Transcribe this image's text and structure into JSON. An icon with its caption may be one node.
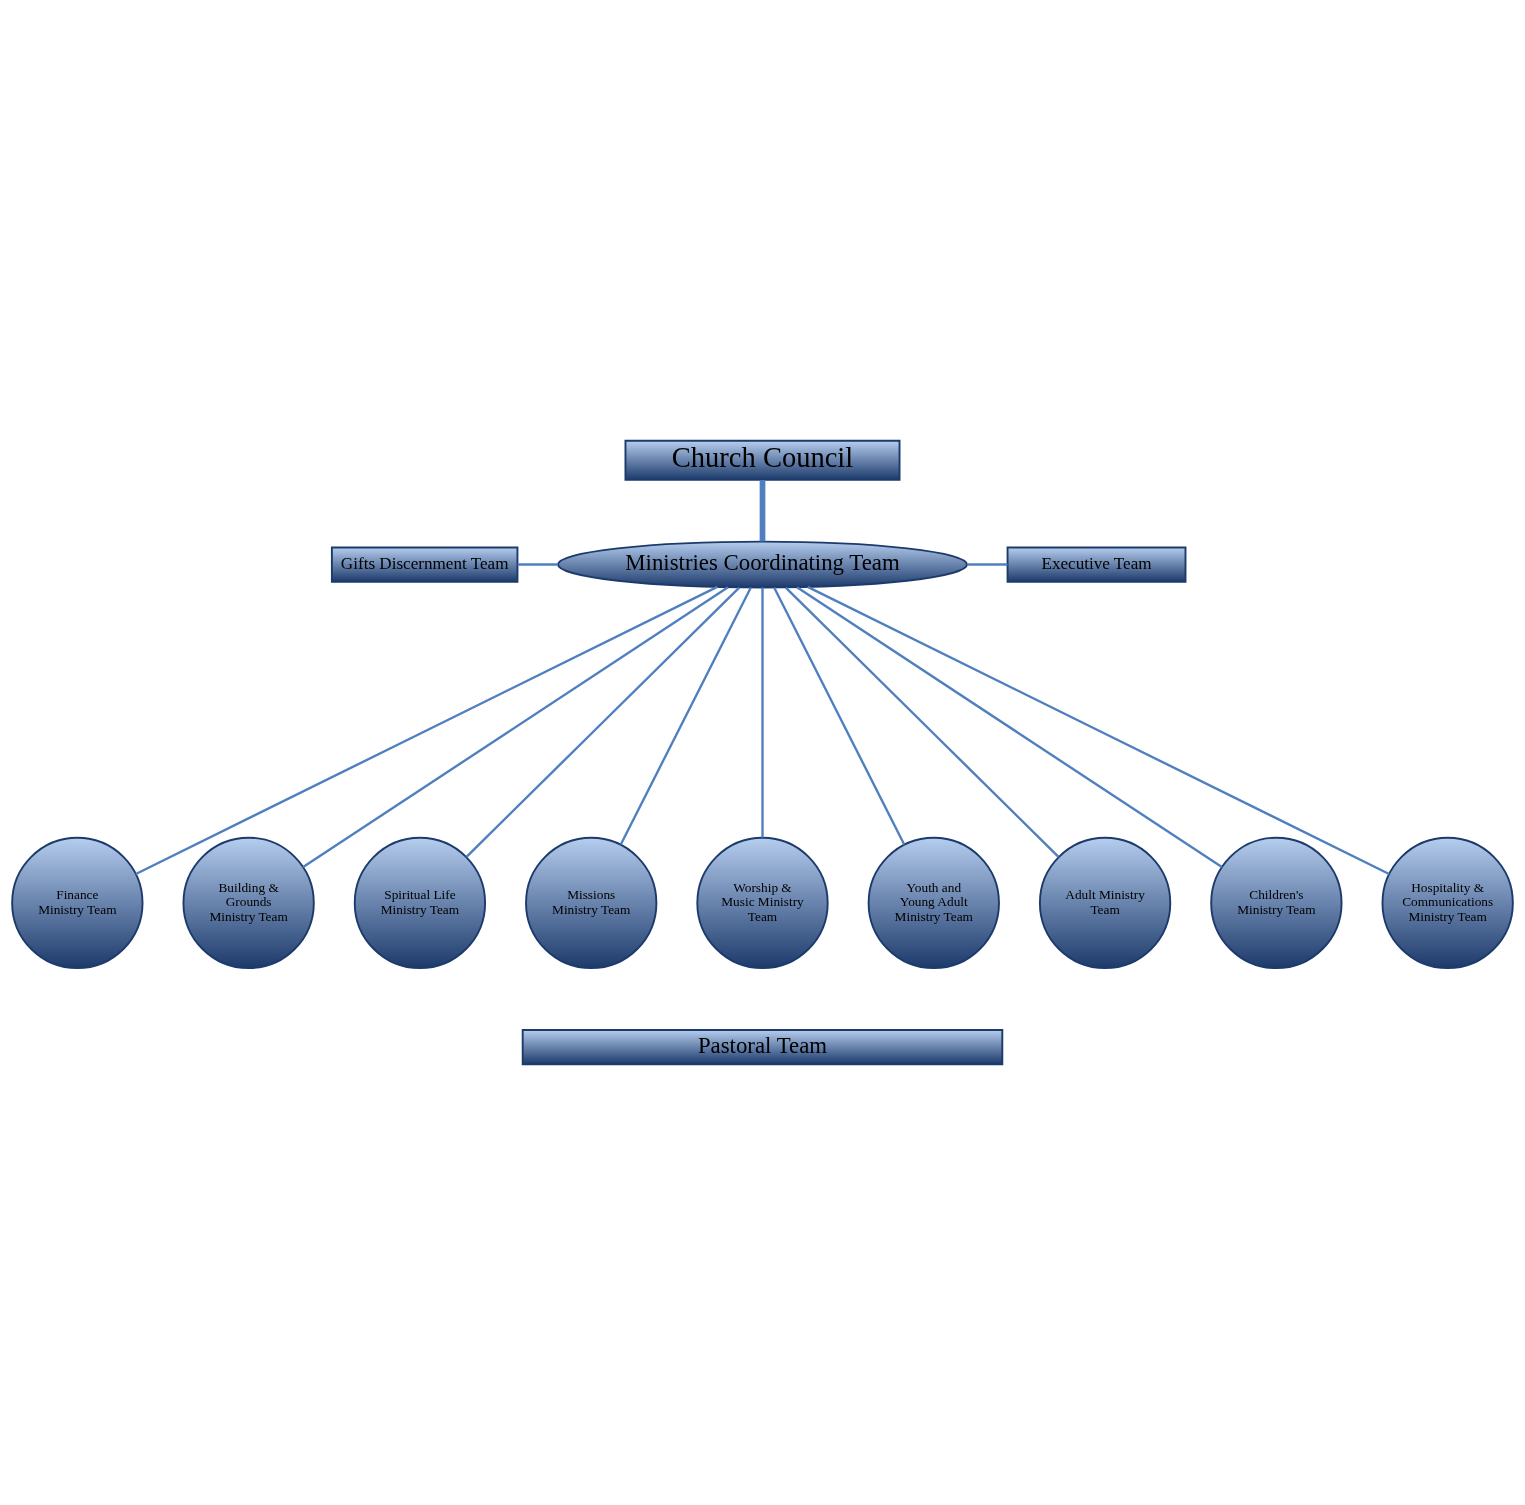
{
  "diagram": {
    "nodes": [
      {
        "text": [
          "Church Council"
        ]
      },
      {
        "text": [
          "Gifts Discernment Team"
        ]
      },
      {
        "text": [
          "Ministries Coordinating Team"
        ]
      },
      {
        "text": [
          "Executive Team"
        ]
      },
      {
        "text": [
          "Pastoral Team"
        ]
      },
      {
        "text": [
          "Finance Ministry Team"
        ]
      },
      {
        "text": [
          "Hospitality & Communications Ministry Team"
        ]
      },
      {
        "text": [
          "Spiritual Life Ministry Team"
        ]
      },
      {
        "text": [
          "Adult Ministry Team"
        ]
      },
      {
        "text": [
          "Worship & Music Ministry Team"
        ]
      },
      {
        "text": [
          "Building & Grounds Ministry Team"
        ]
      },
      {
        "text": [
          "Children's Ministry Team"
        ]
      },
      {
        "text": [
          "Missions Ministry Team"
        ]
      },
      {
        "text": [
          "Youth and Young Adult Ministry Team"
        ]
      }
    ],
    "edges": [
      {
        "from": 0,
        "to": 2,
        "arrow": "none",
        "style": "thick"
      },
      {
        "from": 1,
        "to": 2,
        "arrow": "none"
      },
      {
        "from": 2,
        "to": 3,
        "arrow": "none"
      },
      {
        "from": 2,
        "to": 5,
        "arrow": "none"
      },
      {
        "from": 2,
        "to": 10,
        "arrow": "none"
      },
      {
        "from": 2,
        "to": 7,
        "arrow": "none"
      },
      {
        "from": 2,
        "to": 12,
        "arrow": "none"
      },
      {
        "from": 2,
        "to": 9,
        "arrow": "none"
      },
      {
        "from": 2,
        "to": 13,
        "arrow": "none"
      },
      {
        "from": 2,
        "to": 8,
        "arrow": "none"
      },
      {
        "from": 2,
        "to": 11,
        "arrow": "none"
      },
      {
        "from": 2,
        "to": 6,
        "arrow": "none"
      }
    ]
  }
}
